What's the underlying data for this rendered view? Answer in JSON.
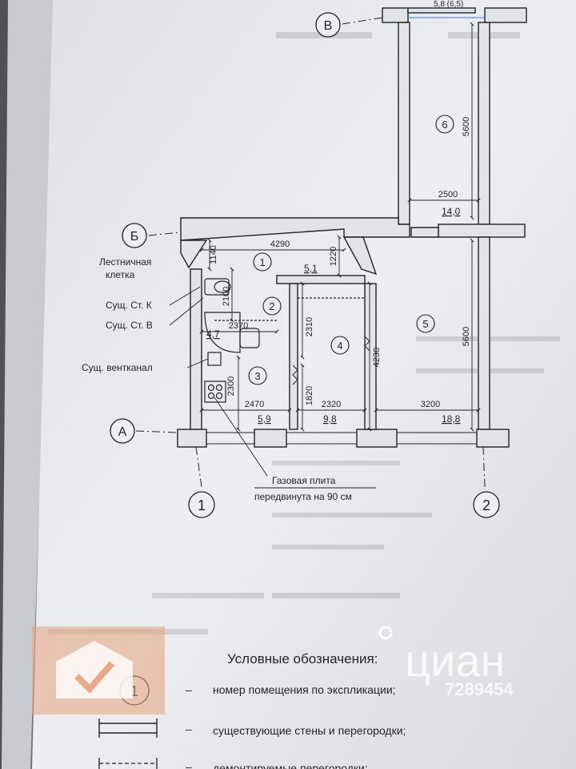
{
  "axes": {
    "row_top": "В",
    "row_mid": "Б",
    "row_bottom": "А",
    "col_left": "1",
    "col_right": "2"
  },
  "rooms": [
    {
      "number": "1",
      "area": "5,1"
    },
    {
      "number": "2",
      "area": "4,7"
    },
    {
      "number": "3",
      "area": "5,9"
    },
    {
      "number": "4",
      "area": "9,8"
    },
    {
      "number": "5",
      "area": "18,8"
    },
    {
      "number": "6",
      "area": "14,0"
    }
  ],
  "top_room_area": "5,8 (6,5)",
  "dimensions": {
    "d4290": "4290",
    "d1140": "1140",
    "d1220": "1220",
    "d2100": "2100",
    "d2370": "2370",
    "d2310": "2310",
    "d4230": "4230",
    "d1820": "1820",
    "d2300": "2300",
    "d2470": "2470",
    "d2320": "2320",
    "d3200": "3200",
    "d5600_upper": "5600",
    "d5600_lower": "5600",
    "d2500": "2500"
  },
  "annotations": {
    "stairwell_line1": "Лестничная",
    "stairwell_line2": "клетка",
    "sush_st_k": "Сущ. Ст. К",
    "sush_st_v": "Сущ. Ст. В",
    "sush_ventkanal": "Сущ. вентканал",
    "gas_line1": "Газовая плита",
    "gas_line2": "передвинута на 90 см"
  },
  "legend": {
    "title": "Условные обозначения:",
    "circle_number": "1",
    "dash": "–",
    "item1": "номер помещения по экспликации;",
    "item2": "существующие стены и перегородки;",
    "item3": "демонтируемые перегородки;"
  },
  "watermark": {
    "brand": "циан",
    "id_text": "7289454"
  },
  "colors": {
    "paper": "#e9eaee",
    "ink": "#1f2226",
    "background": "#6f7279",
    "watermark_orange": "#e7a27c"
  }
}
